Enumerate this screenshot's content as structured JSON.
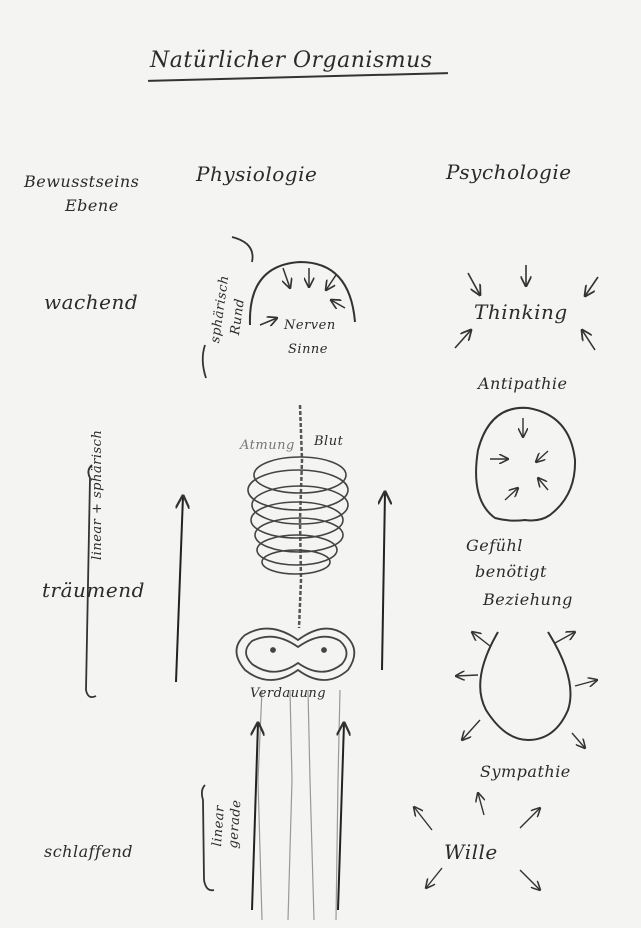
{
  "title": "Natürlicher Organismus",
  "columns": {
    "bewusstsein": [
      "Bewusstseins",
      "Ebene"
    ],
    "physiologie": "Physiologie",
    "psychologie": "Psychologie"
  },
  "levels": {
    "wachend": "wachend",
    "traeumend": "träumend",
    "schlafend": "schlaffend"
  },
  "physiology_labels": {
    "spherical": [
      "sphärisch",
      "Rund"
    ],
    "linear_spherical": "linear + sphärisch",
    "linear_straight": [
      "linear",
      "gerade"
    ],
    "nerven": "Nerven",
    "sinne": "Sinne",
    "atmung": "Atmung",
    "blut": "Blut",
    "verdauung": "Verdauung"
  },
  "psychology_labels": {
    "thinking": "Thinking",
    "antipathie": "Antipathie",
    "gefuehl": [
      "Gefühl",
      "benötigt",
      "Beziehung"
    ],
    "sympathie": "Sympathie",
    "wille": "Wille"
  }
}
